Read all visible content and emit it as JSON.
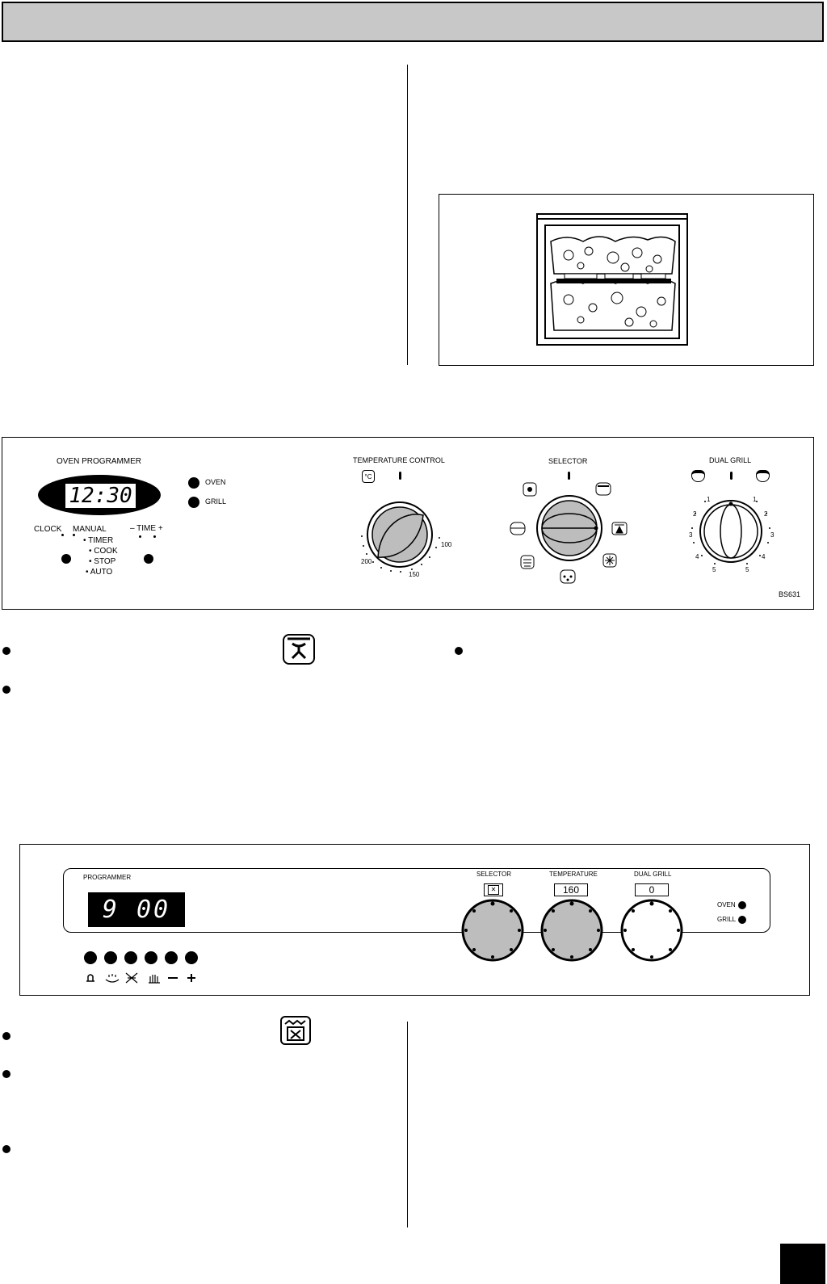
{
  "panel1": {
    "programmer_title": "OVEN PROGRAMMER",
    "display_time": "12:30",
    "indicators": [
      "OVEN",
      "GRILL"
    ],
    "clock_label": "CLOCK",
    "manual_label": "MANUAL",
    "time_label": "– TIME +",
    "modes": [
      "TIMER",
      "COOK",
      "STOP",
      "AUTO"
    ],
    "temperature_title": "TEMPERATURE CONTROL",
    "celsius_symbol": "°C",
    "temp_marks": [
      "100",
      "150",
      "200"
    ],
    "selector_title": "SELECTOR",
    "dual_grill_title": "DUAL GRILL",
    "grill_marks": [
      "1",
      "2",
      "3",
      "4",
      "5"
    ],
    "model_code": "BS631"
  },
  "panel2": {
    "programmer_title": "PROGRAMMER",
    "display_time": "9 00",
    "selector_title": "SELECTOR",
    "temperature_title": "TEMPERATURE",
    "temperature_value": "160",
    "dual_grill_title": "DUAL GRILL",
    "dual_grill_value": "0",
    "indicators": [
      "OVEN",
      "GRILL"
    ],
    "button_icons": [
      "bell-icon",
      "cook-time-icon",
      "end-time-icon",
      "manual-hand-icon",
      "minus-icon",
      "plus-icon"
    ],
    "minus_symbol": "−",
    "plus_symbol": "+"
  }
}
